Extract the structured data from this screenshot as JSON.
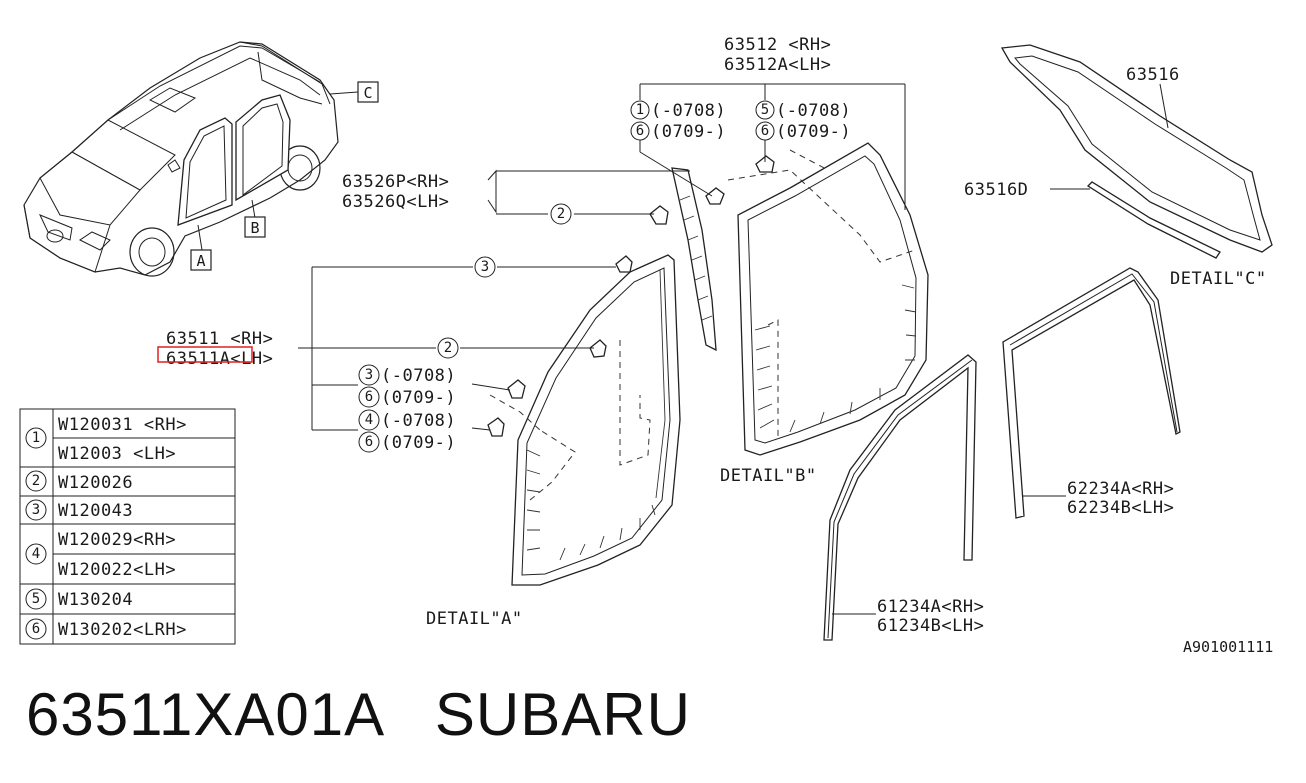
{
  "callouts": {
    "c63512_rh": "63512 <RH>",
    "c63512a_lh": "63512A<LH>",
    "c5_0708": "(-0708)",
    "c1_0708": "(-0708)",
    "c6a_0709": "(0709-)",
    "c6b_0709": "(0709-)",
    "c63516": "63516",
    "c63516d": "63516D",
    "detail_c": "DETAIL\"C\"",
    "c63526p": "63526P<RH>",
    "c63526q": "63526Q<LH>",
    "c63511_rh": "63511 <RH>",
    "c63511a_lh": "63511A<LH>",
    "c3_0708": "(-0708)",
    "c6c_0709": "(0709-)",
    "c4_0708": "(-0708)",
    "c6d_0709": "(0709-)",
    "detail_b": "DETAIL\"B\"",
    "detail_a": "DETAIL\"A\"",
    "c62234a": "62234A<RH>",
    "c62234b": "62234B<LH>",
    "c61234a": "61234A<RH>",
    "c61234b": "61234B<LH>",
    "ref_code": "A901001111"
  },
  "detail_markers": [
    "A",
    "B",
    "C"
  ],
  "circle_numbers": [
    "1",
    "2",
    "3",
    "4",
    "5",
    "6"
  ],
  "legend": [
    {
      "num": "1",
      "parts": [
        "W120031 <RH>",
        "W12003  <LH>"
      ]
    },
    {
      "num": "2",
      "parts": [
        "W120026"
      ]
    },
    {
      "num": "3",
      "parts": [
        "W120043"
      ]
    },
    {
      "num": "4",
      "parts": [
        "W120029<RH>",
        "W120022<LH>"
      ]
    },
    {
      "num": "5",
      "parts": [
        "W130204"
      ]
    },
    {
      "num": "6",
      "parts": [
        "W130202<LRH>"
      ]
    }
  ],
  "highlight_color": "#e02020",
  "caption": {
    "part_number": "63511XA01A",
    "brand": "SUBARU"
  }
}
